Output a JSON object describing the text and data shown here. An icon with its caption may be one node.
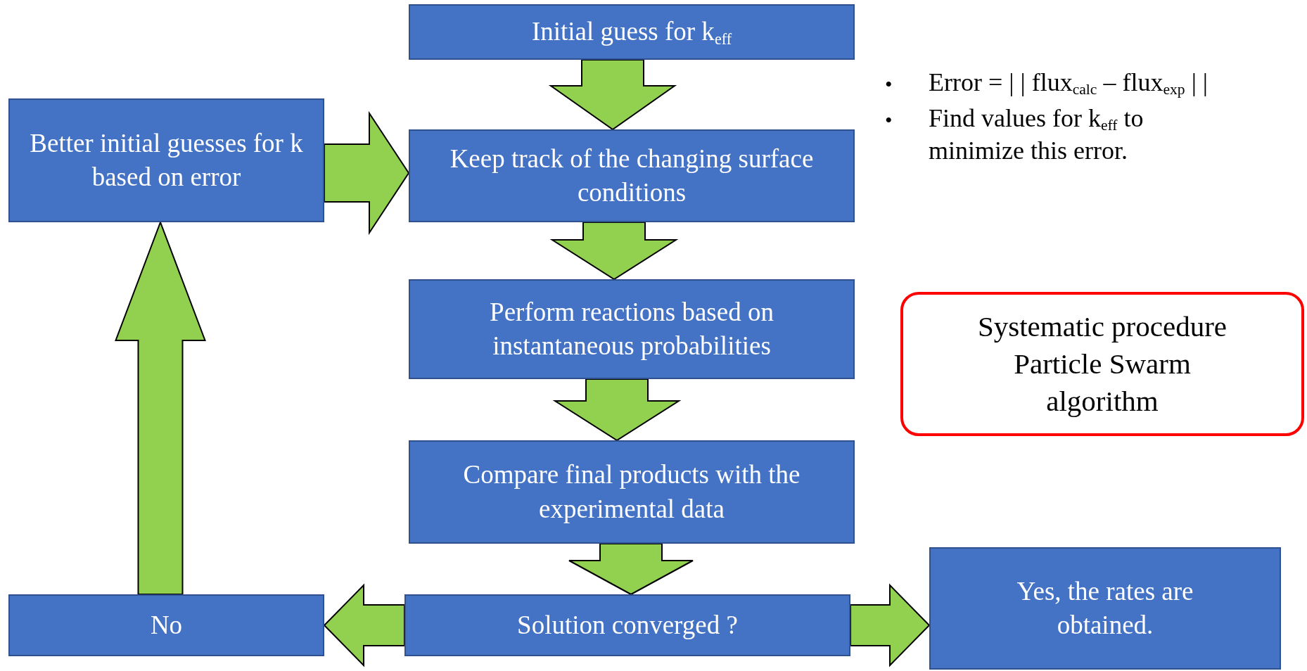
{
  "diagram": {
    "nodes": [
      {
        "text": [
          "Initial guess for k$_{eff}$"
        ]
      },
      {
        "text": [
          "Better initial guesses for k based on error"
        ]
      },
      {
        "text": [
          "Keep track of the changing surface conditions"
        ]
      },
      {
        "text": [
          "Perform reactions based on instantaneous probabilities"
        ]
      },
      {
        "text": [
          "Compare final products with the experimental data"
        ]
      },
      {
        "text": [
          "No"
        ]
      },
      {
        "text": [
          "Solution converged ?"
        ]
      },
      {
        "text": [
          "Yes, the rates are obtained."
        ]
      },
      {
        "text": [
          "Systematic procedure",
          "Particle Swarm algorithm"
        ]
      }
    ],
    "edges": [
      {
        "from": 0,
        "to": 2,
        "arrow": "to"
      },
      {
        "from": 1,
        "to": 2,
        "arrow": "to"
      },
      {
        "from": 2,
        "to": 3,
        "arrow": "to"
      },
      {
        "from": 3,
        "to": 4,
        "arrow": "to"
      },
      {
        "from": 4,
        "to": 6,
        "arrow": "to"
      },
      {
        "from": 6,
        "to": 5,
        "arrow": "to"
      },
      {
        "from": 6,
        "to": 7,
        "arrow": "to"
      },
      {
        "from": 5,
        "to": 1,
        "arrow": "to"
      }
    ],
    "labels": [
      "•",
      "Error = | | flux$_{calc}$ – flux$_{exp}$ | |",
      "•",
      "Find values for k$_{eff}$ to minimize this error."
    ]
  }
}
